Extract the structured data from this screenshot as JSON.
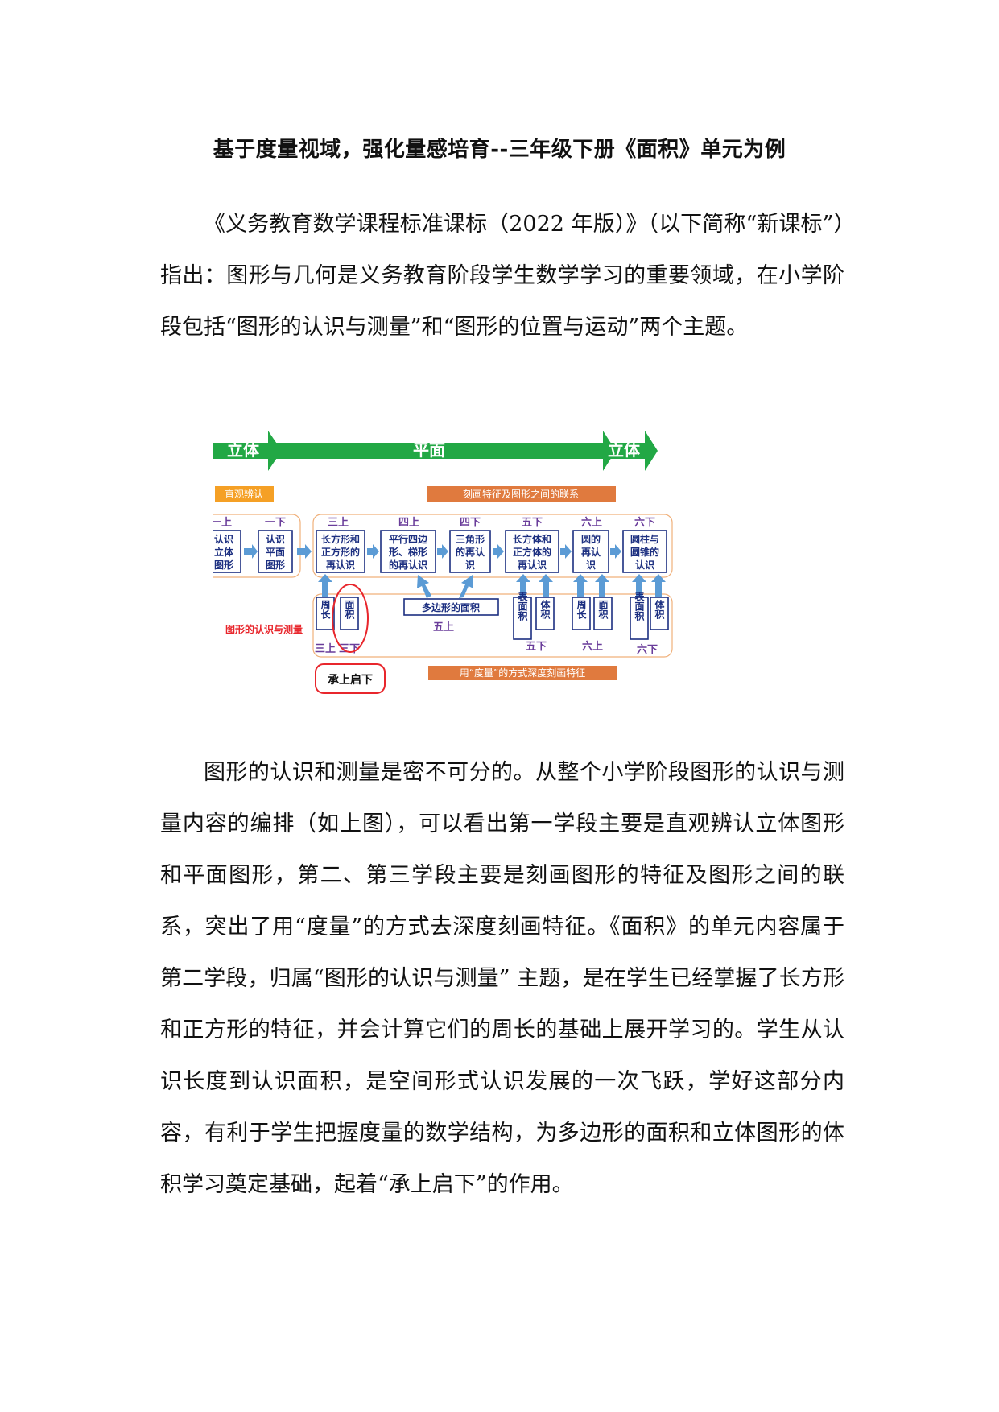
{
  "title": "基于度量视域，强化量感培育--三年级下册《面积》单元为例",
  "paragraph_1": "《义务教育数学课程标准课标（2022 年版）》（以下简称“新课标”）指出：图形与几何是义务教育阶段学生数学学习的重要领域，在小学阶段包括“图形的认识与测量”和“图形的位置与运动”两个主题。",
  "paragraph_2": "图形的认识和测量是密不可分的。从整个小学阶段图形的认识与测量内容的编排（如上图），可以看出第一学段主要是直观辨认立体图形和平面图形，第二、第三学段主要是刻画图形的特征及图形之间的联系，突出了用“度量”的方式去深度刻画特征。《面积》的单元内容属于第二学段，归属“图形的认识与测量” 主题，是在学生已经掌握了长方形和正方形的特征，并会计算它们的周长的基础上展开学习的。学生从认识长度到认识面积，是空间形式认识发展的一次飞跃，学好这部分内容，有利于学生把握度量的数学结构，为多边形的面积和立体图形的体积学习奠定基础，起着“承上启下”的作用。",
  "figure": {
    "banner": {
      "left": "立体",
      "center": "平面",
      "right": "立体"
    },
    "tag_intuitive": "直观辨认",
    "tag_features": "刻画特征及图形之间的联系",
    "tag_measure": "用“度量”的方式深度刻画特征",
    "grade_labels": [
      "一上",
      "一下",
      "三上",
      "四上",
      "四下",
      "五下",
      "六上",
      "六下"
    ],
    "top_boxes": [
      [
        "认识",
        "立体",
        "图形"
      ],
      [
        "认识",
        "平面",
        "图形"
      ],
      [
        "长方形和",
        "正方形的",
        "再认识"
      ],
      [
        "平行四边",
        "形、梯形",
        "的再认识"
      ],
      [
        "三角形",
        "的再认",
        "识"
      ],
      [
        "长方体和",
        "正方体的",
        "再认识"
      ],
      [
        "圆的",
        "再认",
        "识"
      ],
      [
        "圆柱与",
        "圆锥的",
        "认识"
      ]
    ],
    "small_boxes": [
      "周长",
      "面积",
      "表面积",
      "体积",
      "周长",
      "面积",
      "表面积",
      "体积"
    ],
    "polygon_area": "多边形的面积",
    "bottom_grades": [
      "三上",
      "三下",
      "五上",
      "五下",
      "六上",
      "六下"
    ],
    "side_label": "图形的认识与测量",
    "bridge_label": "承上启下",
    "colors": {
      "green": "#22a845",
      "orange": "#f5a025",
      "brown": "#e07a3e",
      "navy": "#1c2f80",
      "blue": "#5b9bd5",
      "red": "#e8262c",
      "purple": "#6a3d9a"
    }
  }
}
